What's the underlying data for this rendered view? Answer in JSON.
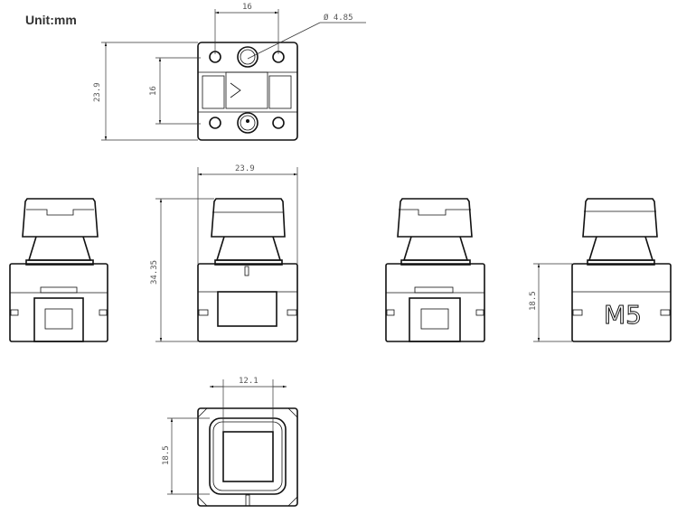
{
  "unit_label": "Unit:mm",
  "views": {
    "top": {
      "dim_width": "16",
      "dim_hole": "Ø 4.85",
      "dim_height_outer": "23.9",
      "dim_height_inner": "16"
    },
    "front_left": {},
    "front": {
      "dim_width": "23.9",
      "dim_height": "34.35"
    },
    "back": {},
    "side": {
      "dim_height": "18.5",
      "label": "M5"
    },
    "bottom": {
      "dim_width": "12.1",
      "dim_height": "18.5"
    }
  }
}
